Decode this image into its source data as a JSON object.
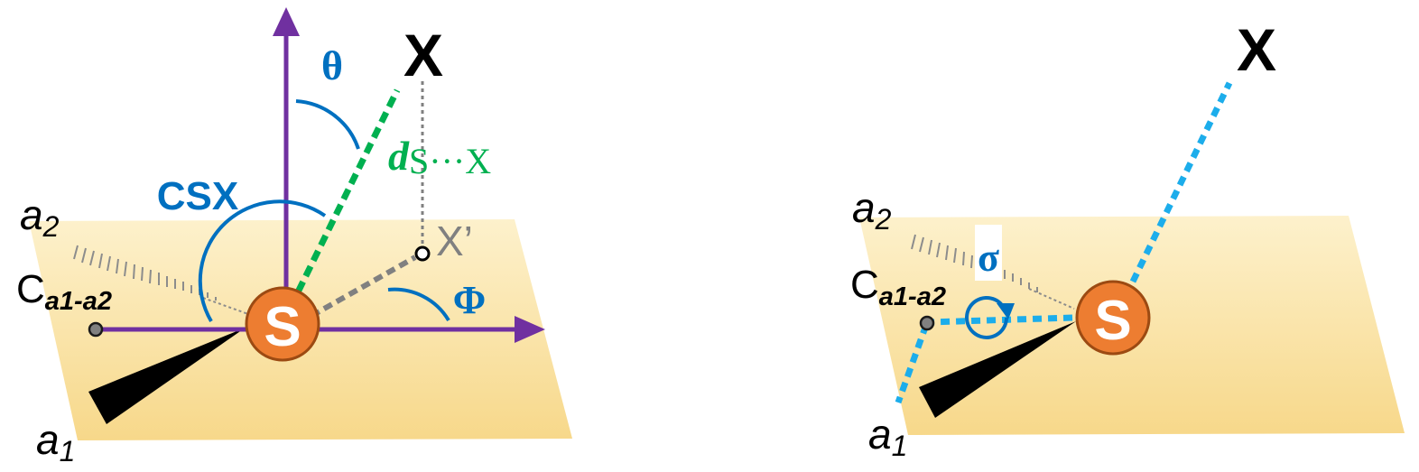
{
  "colors": {
    "plane_top": "#fdf1cc",
    "plane_bottom": "#f7d88a",
    "axis": "#7030a0",
    "angle": "#0070c0",
    "distance": "#00b050",
    "projection": "#808080",
    "sigma_bond": "#1cadeb",
    "atom_fill": "#ed7d31",
    "atom_stroke": "#9c4a12",
    "black": "#000000"
  },
  "left_panel": {
    "x_atom": "X",
    "theta": "θ",
    "distance_d": "d",
    "distance_sub": "S···X",
    "csx": "CSX",
    "x_prime": "X’",
    "phi": "Φ",
    "a2_main": "a",
    "a2_sub": "2",
    "c_main": "C",
    "c_sub": "a1-a2",
    "s_atom": "S",
    "a1_main": "a",
    "a1_sub": "1"
  },
  "right_panel": {
    "x_atom": "X",
    "a2_main": "a",
    "a2_sub": "2",
    "sigma": "σ",
    "c_main": "C",
    "c_sub": "a1-a2",
    "s_atom": "S",
    "a1_main": "a",
    "a1_sub": "1"
  }
}
